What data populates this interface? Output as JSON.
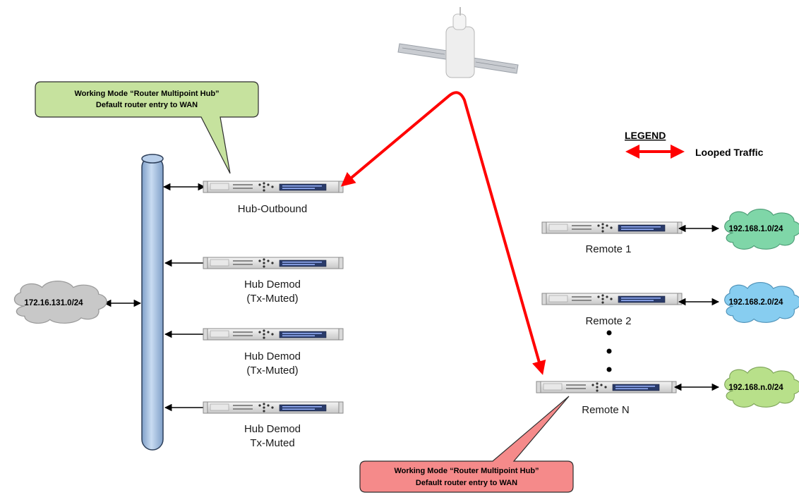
{
  "colors": {
    "looped_traffic": "#ff0000",
    "bus_fill": "#a9c4e4",
    "callout_hub": "#c6e29e",
    "callout_remote": "#f58a8a",
    "cloud_wan": "#c8c8c8",
    "cloud_remote1": "#7fd6a8",
    "cloud_remote2": "#87cdf0",
    "cloud_remoteN": "#b8e08a"
  },
  "legend": {
    "title": "LEGEND",
    "looped_traffic": "Looped Traffic"
  },
  "callouts": {
    "hub": {
      "line1": "Working Mode “Router Multipoint Hub”",
      "line2": "Default router entry to WAN"
    },
    "remote": {
      "line1": "Working Mode “Router Multipoint Hub”",
      "line2": "Default router entry to WAN"
    }
  },
  "clouds": {
    "wan": "172.16.131.0/24",
    "remote1": "192.168.1.0/24",
    "remote2": "192.168.2.0/24",
    "remoteN": "192.168.n.0/24"
  },
  "devices": {
    "hub_outbound": {
      "line1": "Hub-Outbound"
    },
    "hub_demod_1": {
      "line1": "Hub Demod",
      "line2": "(Tx-Muted)"
    },
    "hub_demod_2": {
      "line1": "Hub Demod",
      "line2": "(Tx-Muted)"
    },
    "hub_demod_3": {
      "line1": "Hub Demod",
      "line2": "Tx-Muted"
    },
    "remote_1": {
      "line1": "Remote 1"
    },
    "remote_2": {
      "line1": "Remote 2"
    },
    "remote_n": {
      "line1": "Remote N"
    }
  },
  "icons": {
    "satellite": "satellite-icon",
    "modem": "modem-icon",
    "cloud": "cloud-icon"
  }
}
